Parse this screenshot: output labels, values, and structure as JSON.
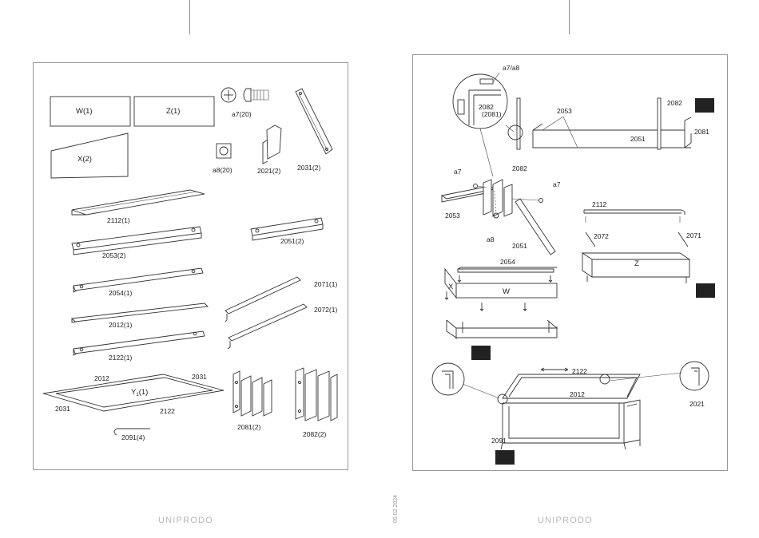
{
  "page_left": {
    "panels": {
      "w": "W(1)",
      "z": "Z(1)",
      "x": "X(2)"
    },
    "hardware": {
      "screw": "a7(20)",
      "washer": "a8(20)",
      "bracket_2021": "2021(2)",
      "bar_2031": "2031(2)"
    },
    "rails": {
      "r2112": "2112(1)",
      "r2053": "2053(2)",
      "r2051": "2051(2)",
      "r2054": "2054(1)",
      "r2071": "2071(1)",
      "r2012": "2012(1)",
      "r2072": "2072(1)",
      "r2122": "2122(1)"
    },
    "frame": {
      "title": "Y",
      "sub": "1",
      "qty": "(1)",
      "top": "2012",
      "right": "2031",
      "left": "2031",
      "bottom": "2122"
    },
    "misc": {
      "clip": "2091(4)",
      "post_2081": "2081(2)",
      "post_2082": "2082(2)"
    }
  },
  "page_right": {
    "step1": {
      "detail": "a7/a8",
      "d1": "2082",
      "d2": "(2081)",
      "l2053": "2053",
      "l2082": "2082",
      "l2081": "2081",
      "l2051": "2051"
    },
    "step2": {
      "a7a": "a7",
      "l2082": "2082",
      "a7b": "a7",
      "l2053": "2053",
      "a8": "a8",
      "l2051": "2051"
    },
    "step3": {
      "l2112": "2112",
      "l2072": "2072",
      "l2071": "2071",
      "z": "Z"
    },
    "step4": {
      "l2054": "2054",
      "x": "X",
      "w": "W"
    },
    "step5": {
      "l2122": "2122",
      "l2012": "2012",
      "l2021": "2021",
      "l2091": "2091"
    }
  },
  "footer": {
    "brand_left": "UNIPRODO",
    "brand_right": "UNIPRODO",
    "date": "05.02.2024"
  }
}
